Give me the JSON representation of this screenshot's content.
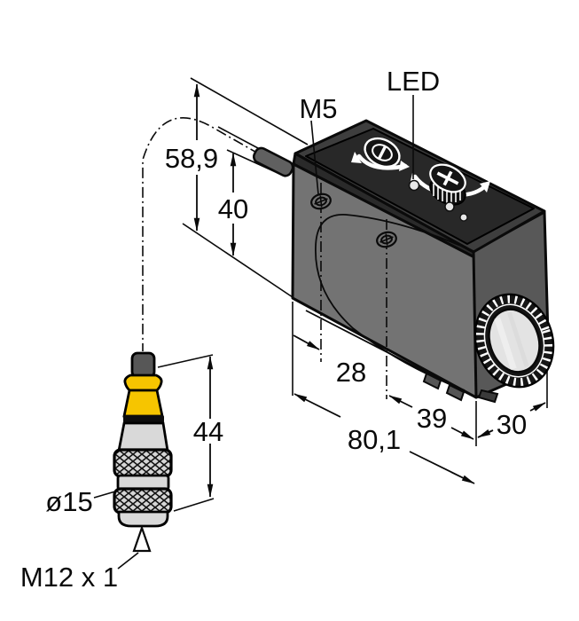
{
  "drawing": {
    "title": "Sensor dimension drawing with M12 connector",
    "labels": {
      "led": "LED",
      "mounting_thread": "M5",
      "connector_diameter": "ø15",
      "connector_thread": "M12 x 1"
    },
    "dimensions": {
      "total_height": "58,9",
      "body_height": "40",
      "hole_offset": "28",
      "hole_to_front": "39",
      "body_depth": "30",
      "total_length": "80,1",
      "connector_length": "44"
    },
    "colors": {
      "body_side": "#737373",
      "body_front": "#585858",
      "body_top": "#3e3e3e",
      "top_panel": "#282828",
      "connector_yellow": "#f6c500",
      "connector_gray": "#d9d9d9",
      "lens_face": "#e3e3e3",
      "line": "#0a0a0a"
    }
  }
}
